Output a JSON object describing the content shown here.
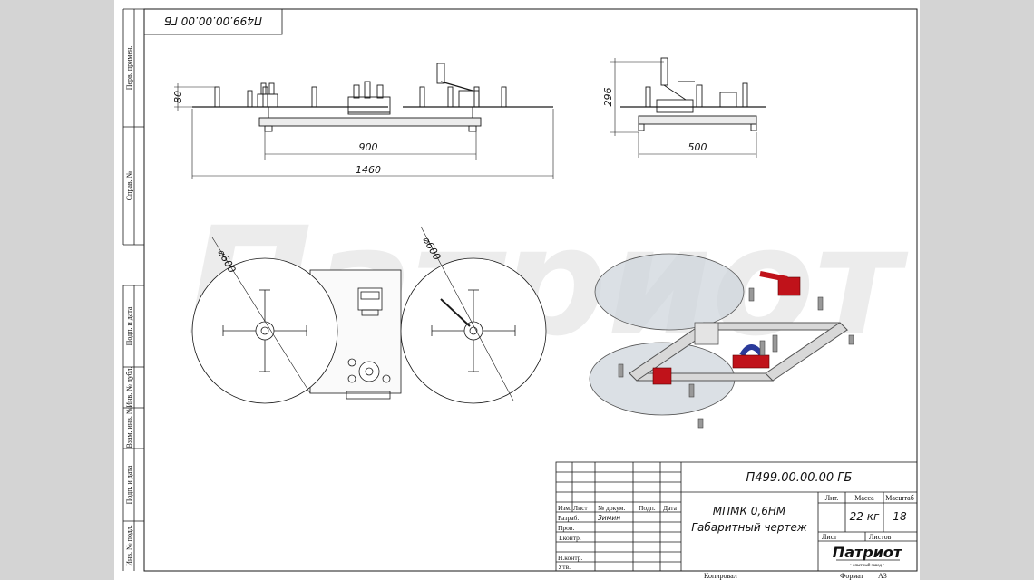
{
  "sheet_code_rotated": "П499.00.00.00 ГБ",
  "side_labels": [
    "Перв. примен.",
    "Справ. №",
    "Подп. и дата",
    "Инв. № дубл.",
    "Взам. инв. №",
    "Подп. и дата",
    "Инв. № подл."
  ],
  "dimensions": {
    "front_height": "80",
    "frame_length": "900",
    "total_length": "1460",
    "side_height": "296",
    "side_width": "500",
    "disc_diameter_left": "⌀600",
    "disc_diameter_right": "⌀600"
  },
  "watermark_brand": "Патриот",
  "title_block": {
    "doc_code": "П499.00.00.00 ГБ",
    "product_name": "МПМК 0,6НМ",
    "doc_type": "Габаритный чертеж",
    "headers": {
      "lit": "Лит.",
      "mass": "Масса",
      "scale": "Масштаб",
      "sheet": "Лист",
      "sheets": "Листов"
    },
    "mass_value": "22 кг",
    "scale_value": "18",
    "columns": {
      "izm": "Изм.",
      "list": "Лист",
      "doc_no": "№ докум.",
      "sign": "Подп.",
      "date": "Дата"
    },
    "rows": {
      "developer": "Разраб.",
      "developer_name": "Зимин",
      "checked": "Пров.",
      "tech_control": "Т.контр.",
      "norm_control": "Н.контр.",
      "approved": "Утв."
    },
    "logo_text": "Патриот",
    "logo_subtitle": "• опытный завод •"
  },
  "footer": {
    "copied": "Копировал",
    "format_label": "Формат",
    "format_value": "А3"
  },
  "colors": {
    "background": "#d4d4d4",
    "sheet": "#ffffff",
    "line": "#1a1a1a",
    "part_red": "#c0121a",
    "part_blue": "#2a3a9a",
    "disc_fill": "#cfd6dc",
    "watermark": "#e8e8e8"
  }
}
